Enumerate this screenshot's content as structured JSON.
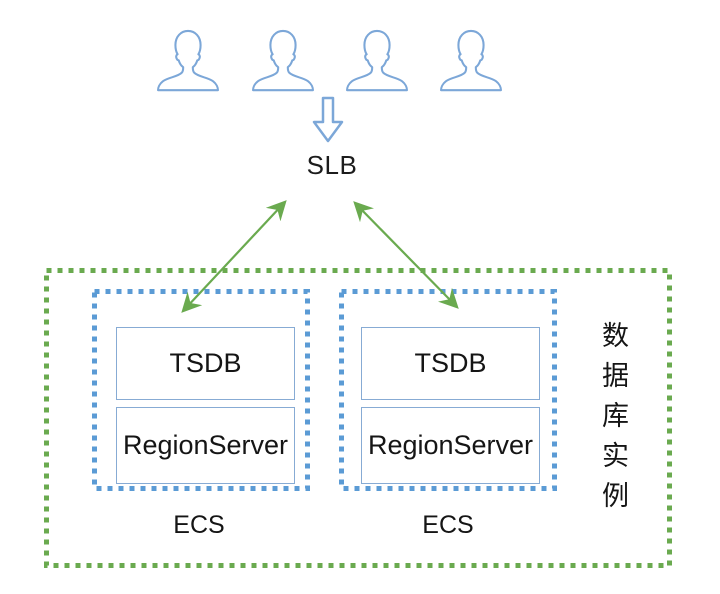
{
  "colors": {
    "user_icon_stroke": "#7ca7d8",
    "green_accent": "#6aaa4f",
    "blue_dotted": "#5b9bd5",
    "component_border": "#87abd4",
    "text": "#1f1f1f"
  },
  "diagram": {
    "users": {
      "icon": "user-silhouette",
      "count": 4
    },
    "ingress_arrow_icon": "down-arrow",
    "slb_label": "SLB",
    "connections": [
      {
        "from": "SLB",
        "to": "ECS-1 TSDB",
        "type": "double-headed-arrow"
      },
      {
        "from": "SLB",
        "to": "ECS-2 TSDB",
        "type": "double-headed-arrow"
      }
    ],
    "database_instance": {
      "vertical_label": "数据库实例",
      "hosts": [
        {
          "label": "ECS",
          "components": [
            "TSDB",
            "RegionServer"
          ]
        },
        {
          "label": "ECS",
          "components": [
            "TSDB",
            "RegionServer"
          ]
        }
      ]
    }
  }
}
